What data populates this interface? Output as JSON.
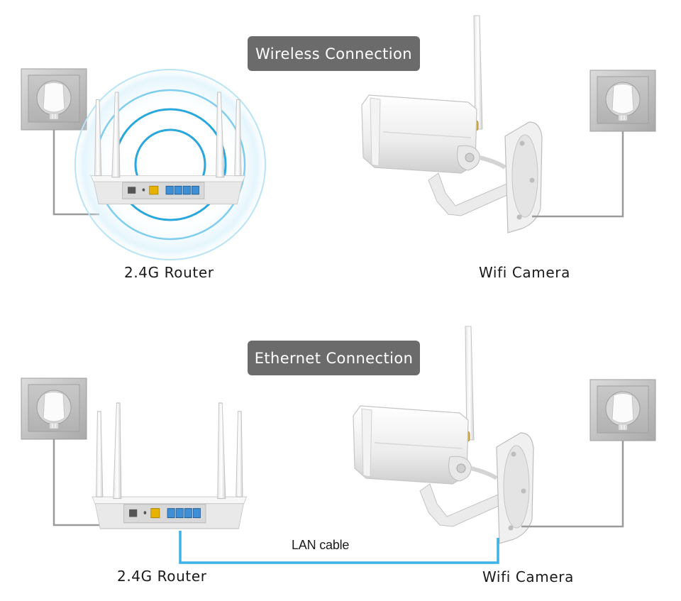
{
  "wireless_section": {
    "title": "Wireless Connection",
    "router_label": "2.4G Router",
    "camera_label": "Wifi Camera"
  },
  "ethernet_section": {
    "title": "Ethernet Connection",
    "router_label": "2.4G Router",
    "camera_label": "Wifi Camera",
    "cable_label": "LAN cable"
  },
  "colors": {
    "signal_blue": "#2aa7dc",
    "lan_cable": "#3db2e8",
    "power_cord": "#9a9a9a",
    "pill_bg": "#6b6b6b"
  },
  "icons": [
    "wall-socket-icon",
    "router-icon",
    "wifi-signal-icon",
    "wifi-camera-icon",
    "lan-cable-icon"
  ]
}
